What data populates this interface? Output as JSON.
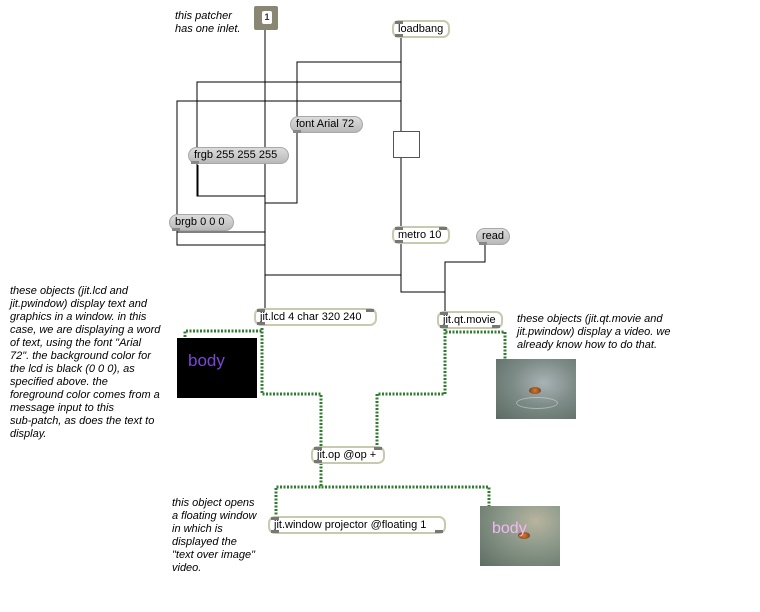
{
  "comments": {
    "inlet": "this patcher\nhas one inlet.",
    "lcd": "these objects (jit.lcd and\njit.pwindow) display text and\ngraphics in a window. in this\ncase, we are displaying a word\nof text, using the font \"Arial\n72\". the background color for\nthe lcd is black (0 0 0), as\nspecified above. the\nforeground color comes from a\nmessage input to this\nsub-patch, as does the text to\ndisplay.",
    "movie": "these objects (jit.qt.movie and\njit.pwindow) display a video. we\nalready know how to do that.",
    "window": "this object opens\na floating window\nin which is\ndisplayed the\n\"text over image\"\nvideo."
  },
  "inlet_number": "1",
  "objects": {
    "loadbang": "loadbang",
    "metro": "metro 10",
    "lcd": "jit.lcd 4 char 320 240",
    "qtmovie": "jit.qt.movie",
    "op": "jit.op @op +",
    "window": "jit.window projector @floating 1"
  },
  "messages": {
    "font": "font Arial 72",
    "frgb": "frgb 255 255 255",
    "brgb": "brgb 0 0 0",
    "read": "read"
  },
  "display": {
    "lcd_text": "body",
    "output_text": "body"
  },
  "colors": {
    "matrix_wire": "#2f7d2f",
    "lcd_text": "#7c46d6",
    "output_text": "#f3b7f7"
  }
}
